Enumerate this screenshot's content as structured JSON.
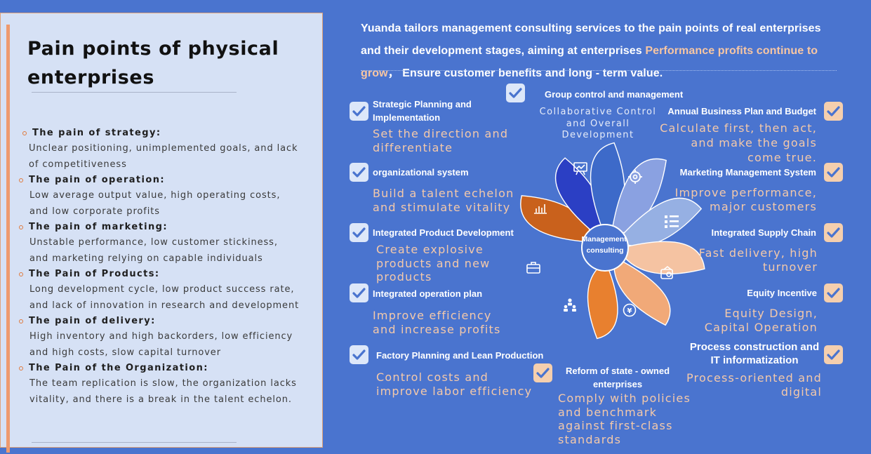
{
  "left_panel": {
    "title": "Pain points of physical enterprises",
    "items": [
      {
        "heading": "The pain of strategy:",
        "description": "Unclear positioning, unimplemented goals, and lack of competitiveness"
      },
      {
        "heading": "The pain of operation:",
        "description": "Low average output value, high operating costs, and low corporate profits"
      },
      {
        "heading": "The pain of marketing:",
        "description": "Unstable performance, low customer stickiness, and marketing relying on capable individuals"
      },
      {
        "heading": "The Pain of Products:",
        "description": "Long development cycle, low product success rate, and lack of innovation in research and development"
      },
      {
        "heading": "The pain of delivery:",
        "description": "High inventory and high backorders, low efficiency and high costs, slow capital turnover"
      },
      {
        "heading": "The Pain of the Organization:",
        "description": "The team replication is slow, the organization lacks vitality, and there is a break in the talent echelon."
      }
    ]
  },
  "intro": {
    "part1": "Yuanda  tailors management consulting services to the pain points of real enterprises and their development stages, aiming at enterprises ",
    "highlight": "Performance profits continue to grow",
    "part2": "，  Ensure customer benefits and long - term value."
  },
  "center_label": "Management consulting",
  "services": {
    "strategic": {
      "title": "Strategic Planning and Implementation",
      "desc": "Set the direction and differentiate"
    },
    "organizational": {
      "title": "organizational system",
      "desc": "Build a talent echelon and stimulate vitality"
    },
    "product": {
      "title": "Integrated Product Development",
      "desc": "Create explosive products and new products"
    },
    "operation": {
      "title": "Integrated operation plan",
      "desc": "Improve efficiency and increase profits"
    },
    "factory": {
      "title": "Factory Planning and Lean Production",
      "desc": "Control costs and improve labor efficiency"
    },
    "group": {
      "title": "Group control and management",
      "desc": "Collaborative Control and Overall Development"
    },
    "budget": {
      "title": "Annual Business Plan and Budget",
      "desc": "Calculate first, then act, and make the goals come true."
    },
    "marketing": {
      "title": "Marketing Management System",
      "desc": "Improve performance, major customers"
    },
    "supply": {
      "title": "Integrated Supply Chain",
      "desc": "Fast delivery, high turnover"
    },
    "equity": {
      "title": "Equity Incentive",
      "desc": "Equity Design, Capital Operation"
    },
    "process": {
      "title": "Process construction and IT informatization",
      "desc": "Process-oriented and digital"
    },
    "soe": {
      "title": "Reform of state - owned enterprises",
      "desc": "Comply with policies and benchmark against first-class standards"
    }
  },
  "colors": {
    "background": "#4a74cf",
    "panel": "#d6e1f5",
    "accent_orange": "#ee9a6e",
    "highlight_text": "#f7c6a3",
    "petals": [
      "#c9611c",
      "#2b3fc4",
      "#3d6ac9",
      "#8aa1e1",
      "#96b0e3",
      "#f5c3a2",
      "#f1a978",
      "#e8802f"
    ]
  },
  "icons": [
    "check-icon",
    "chart-board-icon",
    "bar-chart-icon",
    "gear-icon",
    "list-icon",
    "money-box-icon",
    "yuan-icon",
    "team-icon",
    "briefcase-icon"
  ]
}
